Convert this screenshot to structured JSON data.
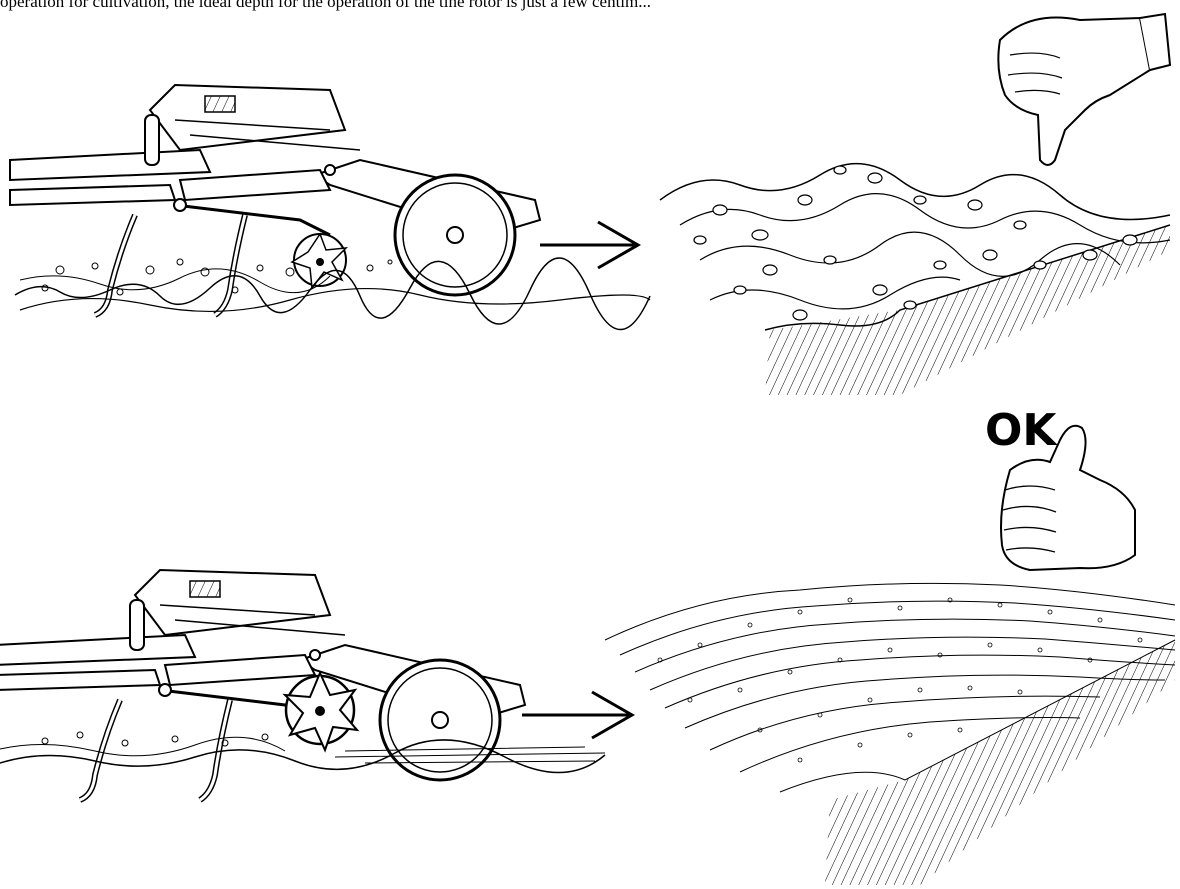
{
  "caption": {
    "text": "operation for cultivation, the ideal depth for the operation of the tine rotor is just a few centim..."
  },
  "bottom_right": {
    "ok_label": "OK"
  },
  "panels": {
    "top": {
      "rating_icon": "thumbs-down-icon",
      "result": "rough-cloddy-soil"
    },
    "bottom": {
      "rating_icon": "thumbs-up-icon",
      "result": "fine-level-seedbed"
    }
  }
}
